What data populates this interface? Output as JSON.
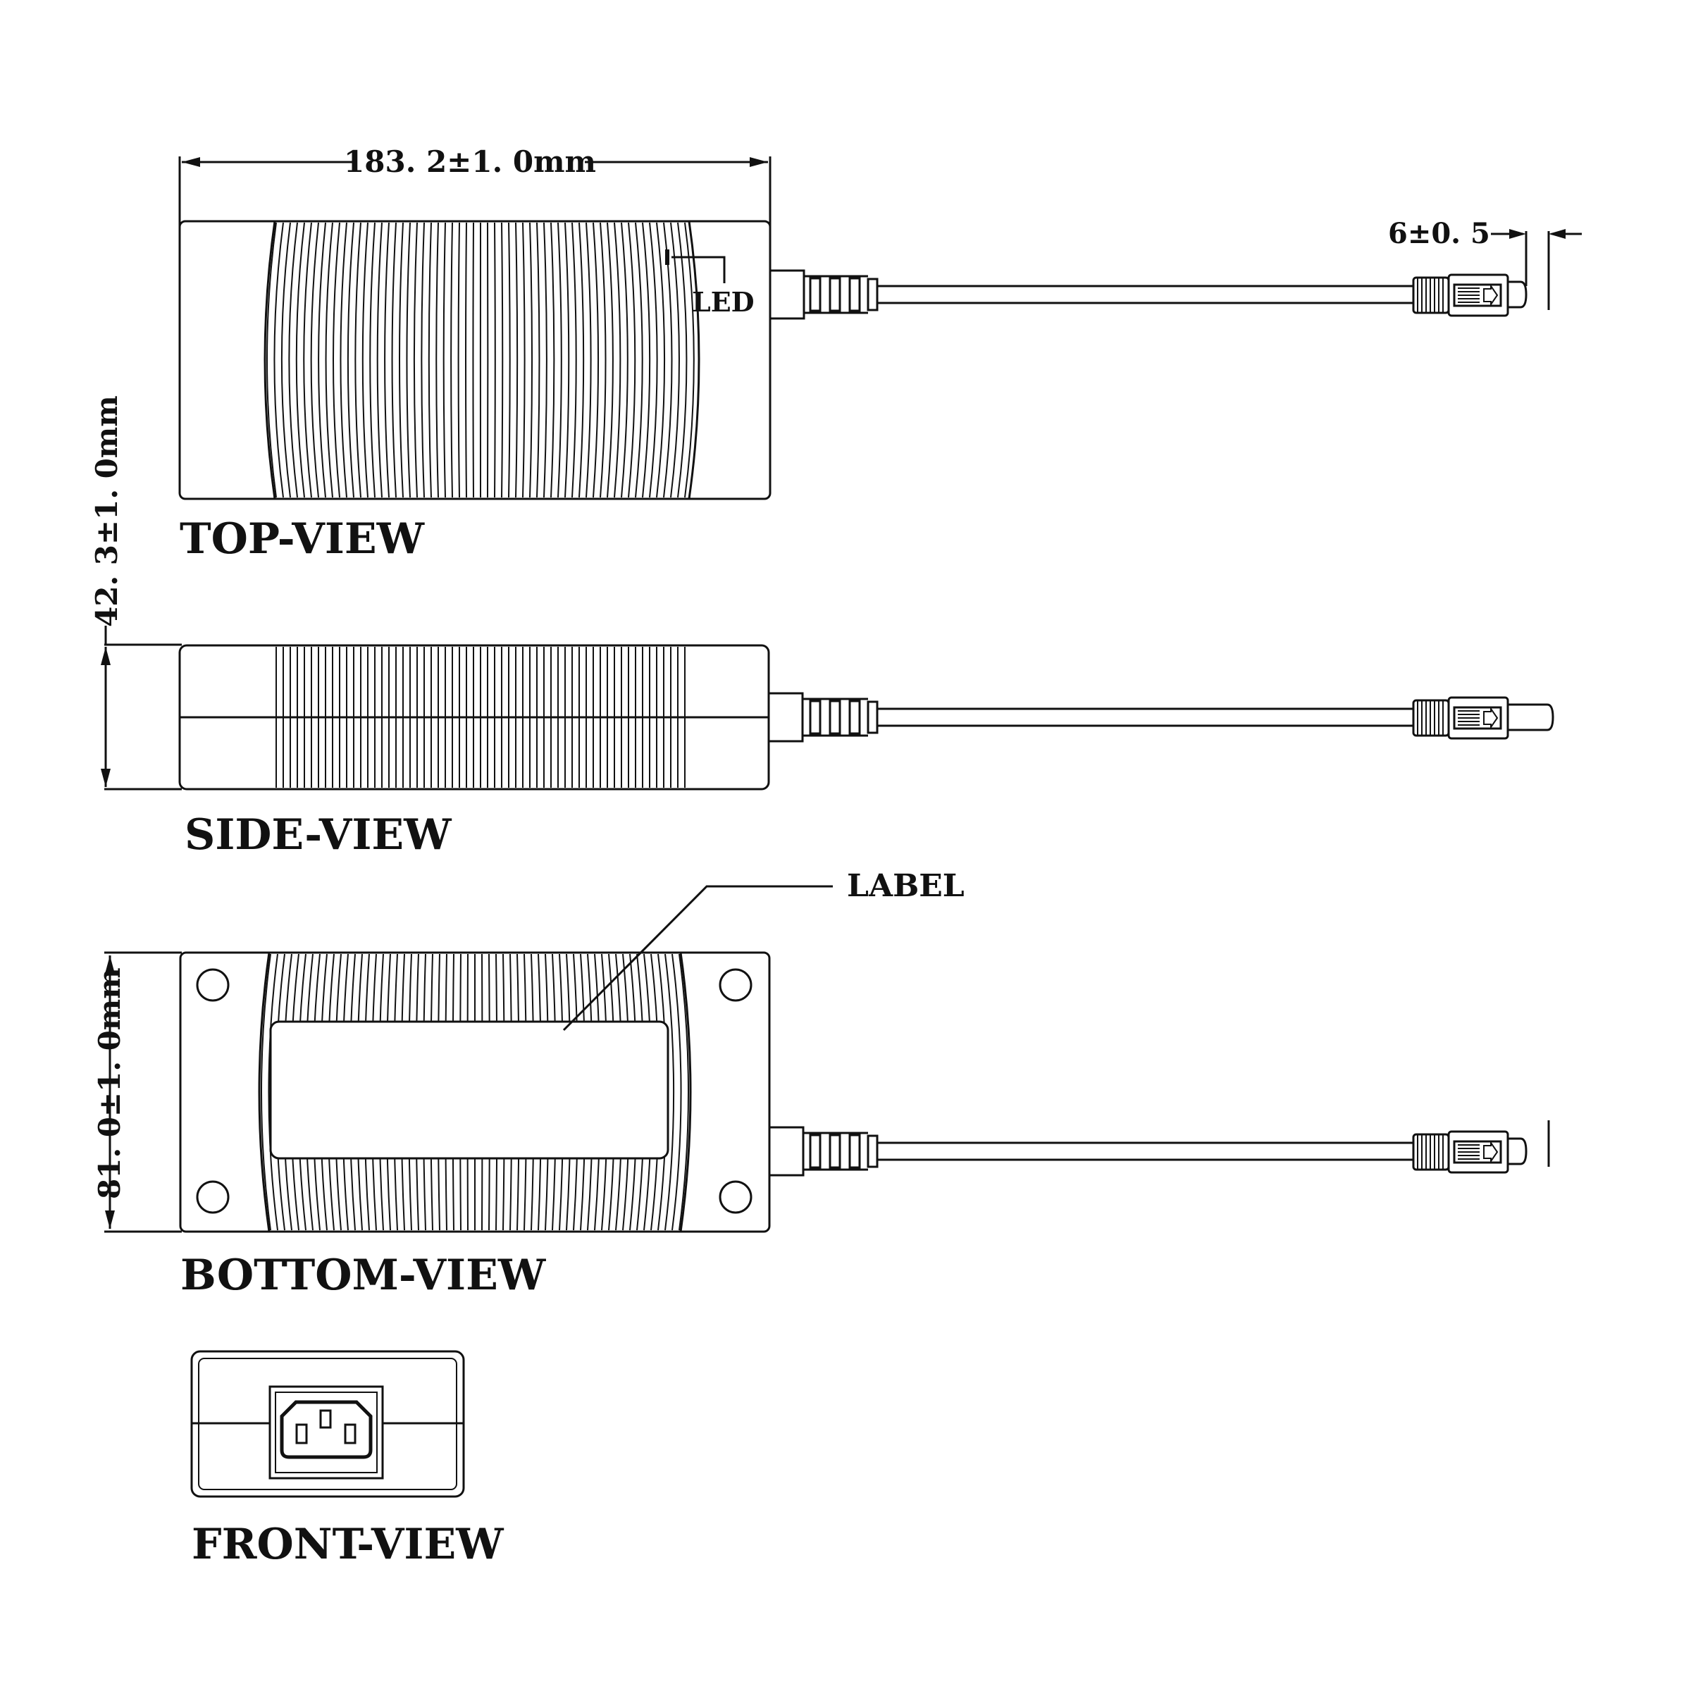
{
  "drawing": {
    "dimensions": {
      "length": "183. 2±1. 0mm",
      "width": "42. 3±1. 0mm",
      "height": "81. 0±1. 0mm",
      "plug_pin": "6±0. 5"
    },
    "callouts": {
      "led": "LED",
      "label": "LABEL"
    },
    "views": {
      "top": "TOP-VIEW",
      "side": "SIDE-VIEW",
      "bottom": "BOTTOM-VIEW",
      "front": "FRONT-VIEW"
    }
  }
}
